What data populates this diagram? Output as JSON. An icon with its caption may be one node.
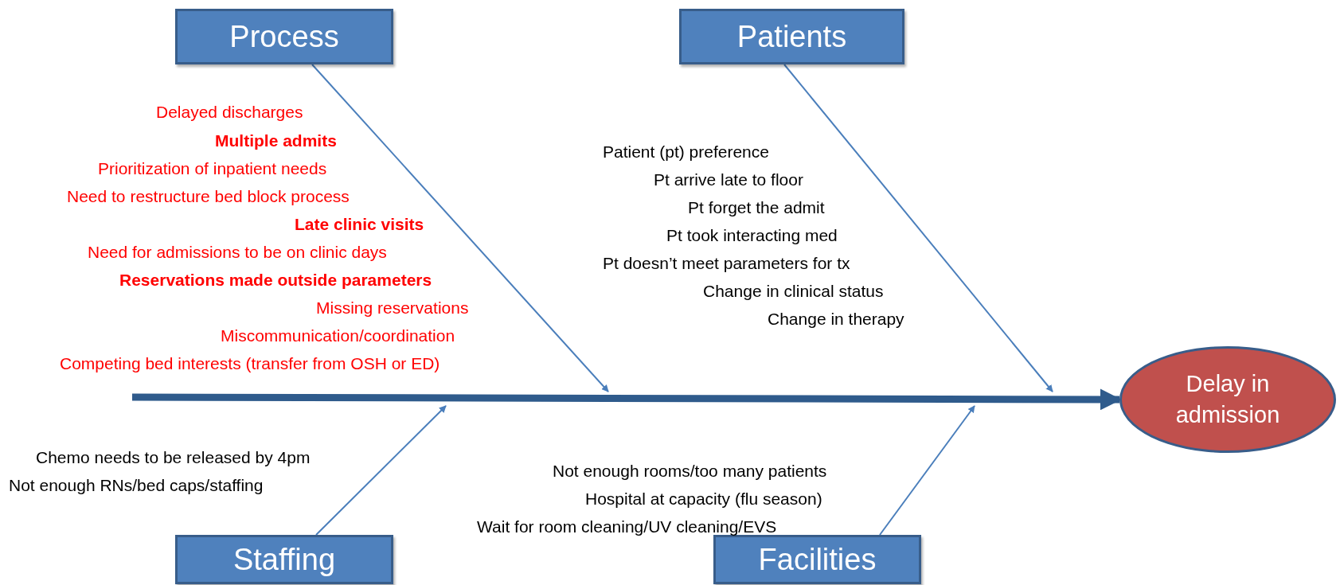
{
  "diagram": {
    "nodes": [
      {
        "text": [
          "Process"
        ]
      },
      {
        "text": [
          "Patients"
        ]
      },
      {
        "text": [
          "Staffing"
        ]
      },
      {
        "text": [
          "Facilities"
        ]
      },
      {
        "text": [
          "Delay in admission"
        ]
      }
    ],
    "edges": [
      {
        "from": null,
        "to": 4,
        "arrow": "to",
        "style": "thick",
        "color": "#2f5b8c"
      },
      {
        "from": 0,
        "to": null,
        "arrow": "to"
      },
      {
        "from": 1,
        "to": null,
        "arrow": "to"
      },
      {
        "from": 2,
        "to": null,
        "arrow": "to"
      },
      {
        "from": 3,
        "to": null,
        "arrow": "to"
      }
    ],
    "labels": [
      "Delayed discharges",
      "**Multiple admits**",
      "Prioritization of inpatient needs",
      "Need to restructure bed block process",
      "**Late clinic visits**",
      "Need for admissions to be on clinic days",
      "**Reservations made outside parameters**",
      "Missing reservations",
      "Miscommunication/coordination",
      "Competing bed interests (transfer from OSH or ED)",
      "Patient (pt) preference",
      "Pt arrive late to floor",
      "Pt forget the admit",
      "Pt  took interacting med",
      "Pt doesn’t meet parameters for tx",
      "Change in clinical status",
      "Change in therapy",
      "Chemo needs to be released by 4pm",
      "Not enough RNs/bed caps/staffing",
      "Not enough rooms/too many patients",
      "Hospital at capacity (flu season)",
      "Wait for room cleaning/UV cleaning/EVS"
    ]
  }
}
